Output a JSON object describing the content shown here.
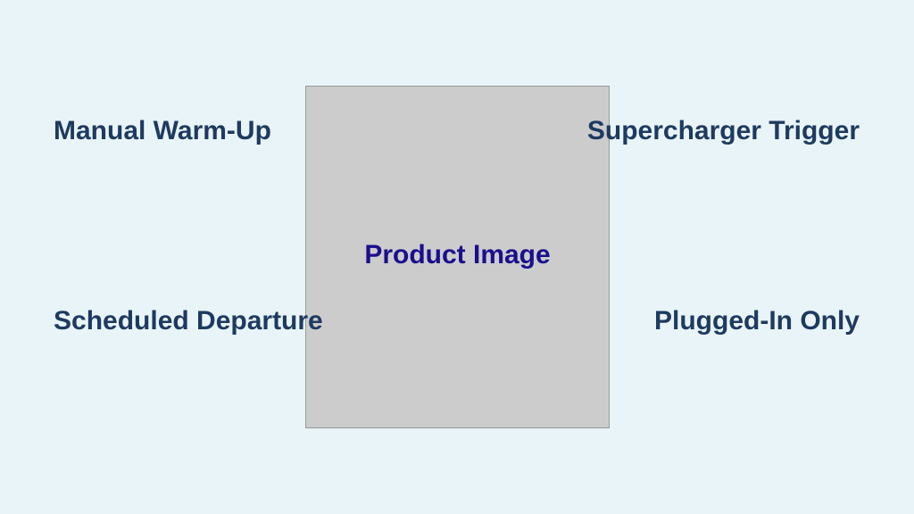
{
  "product_image": {
    "label": "Product Image"
  },
  "labels": {
    "top_left": "Manual Warm-Up",
    "top_right": "Supercharger Trigger",
    "bottom_left": "Scheduled Departure",
    "bottom_right": "Plugged-In Only"
  },
  "colors": {
    "background": "#e8f4f8",
    "label": "#1e3a5f",
    "image_label": "#1a0f8c",
    "image_fill": "#cccccc"
  }
}
